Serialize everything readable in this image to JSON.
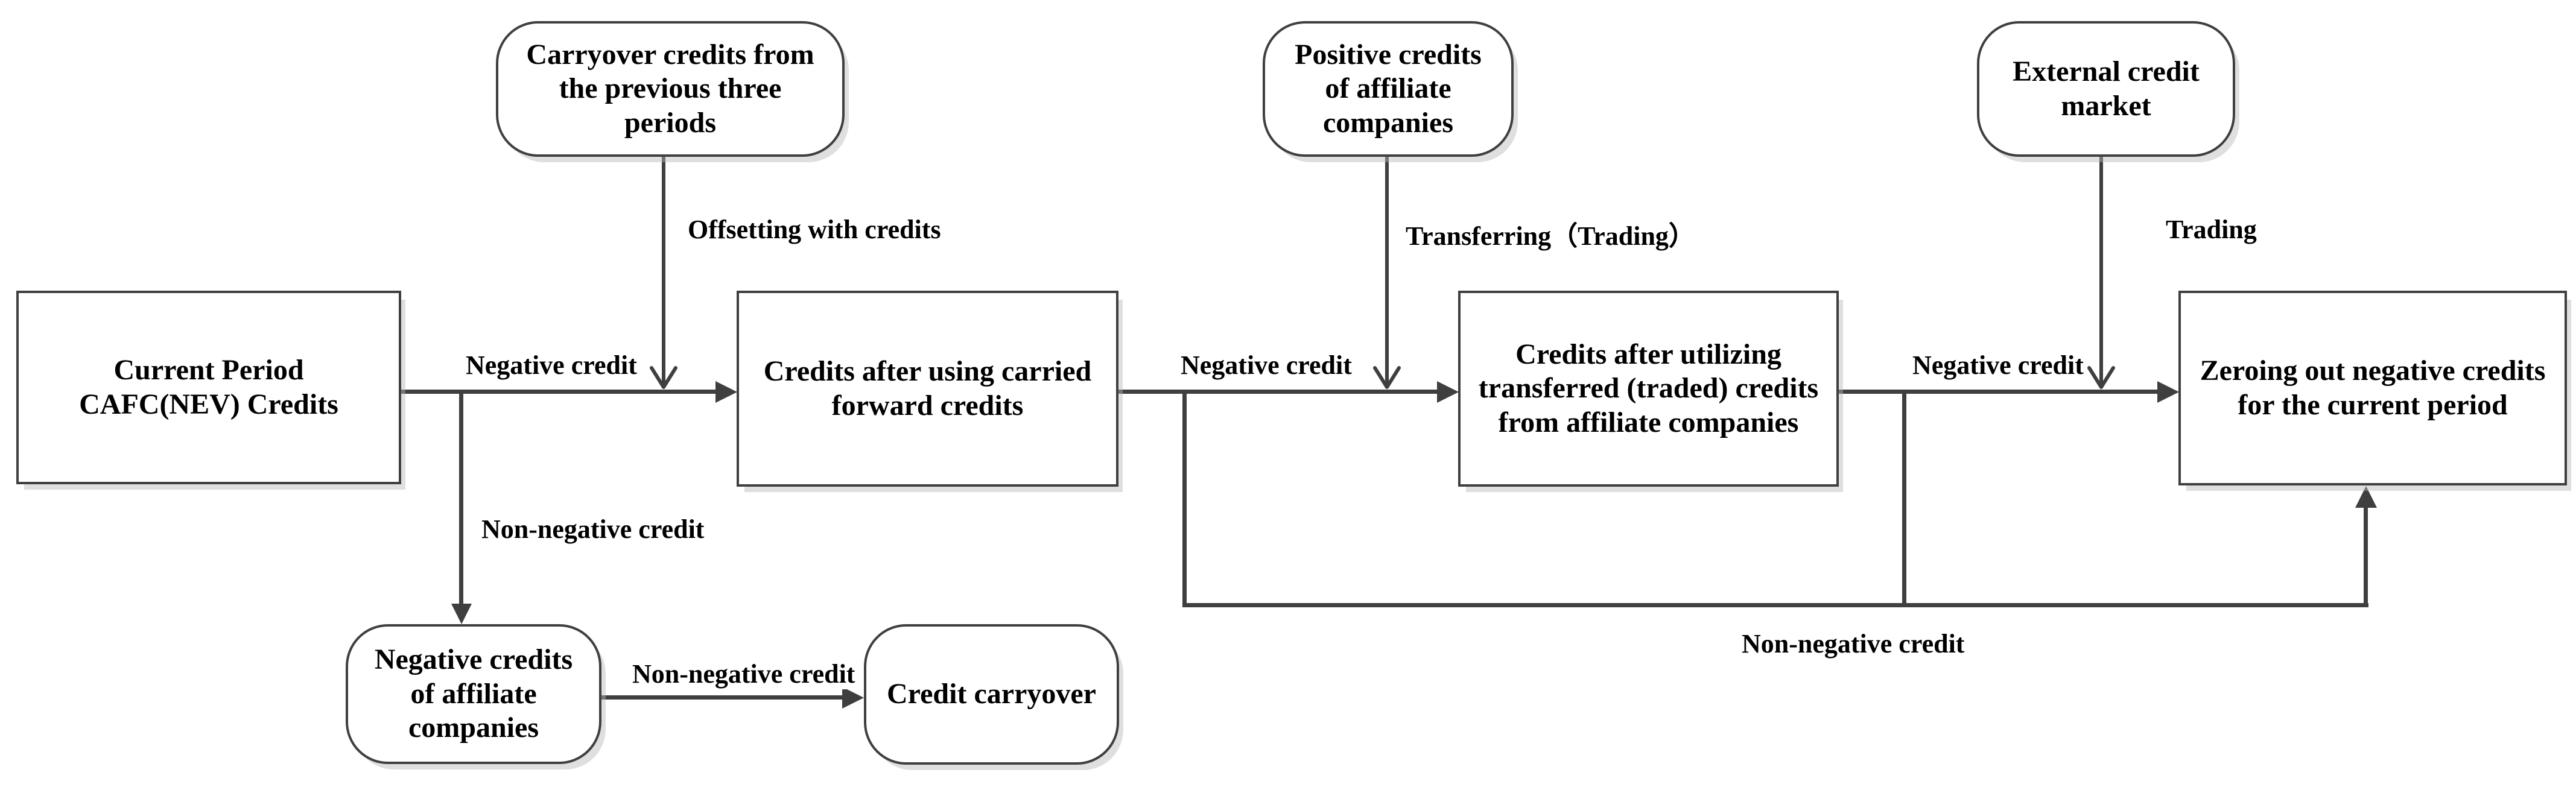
{
  "diagram": {
    "background_color": "#ffffff",
    "line_color": "#3f3f3f",
    "text_color": "#000000",
    "nodes": {
      "carryover_previous": {
        "shape": "rounded",
        "label": "Carryover credits from the previous three periods"
      },
      "positive_affiliate": {
        "shape": "rounded",
        "label": "Positive credits of affiliate companies"
      },
      "external_market": {
        "shape": "rounded",
        "label": "External credit market"
      },
      "current_period": {
        "shape": "rect",
        "label": "Current Period CAFC(NEV) Credits"
      },
      "after_carryforward": {
        "shape": "rect",
        "label": "Credits after using carried forward credits"
      },
      "after_affiliate": {
        "shape": "rect",
        "label": "Credits after utilizing transferred (traded) credits from affiliate companies"
      },
      "zeroing": {
        "shape": "rect",
        "label": "Zeroing out negative credits for the current period"
      },
      "negative_affiliate": {
        "shape": "rounded",
        "label": "Negative credits of affiliate companies"
      },
      "credit_carryover": {
        "shape": "rounded",
        "label": "Credit carryover"
      }
    },
    "edge_labels": {
      "offsetting": "Offsetting with credits",
      "transferring": "Transferring（Trading）",
      "trading": "Trading",
      "negative_1": "Negative credit",
      "negative_2": "Negative credit",
      "negative_3": "Negative credit",
      "non_negative_down": "Non-negative credit",
      "non_negative_carry": "Non-negative credit",
      "non_negative_bottom": "Non-negative credit"
    }
  }
}
